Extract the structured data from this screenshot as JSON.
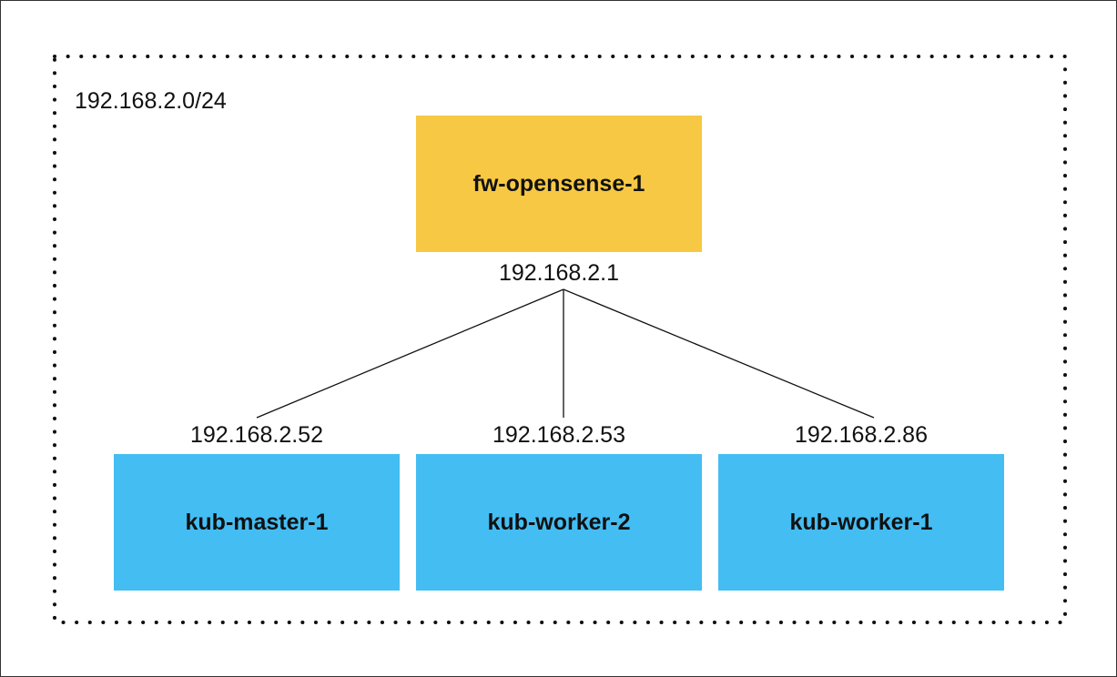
{
  "subnet": {
    "label": "192.168.2.0/24"
  },
  "firewall": {
    "name": "fw-opensense-1",
    "ip": "192.168.2.1",
    "color": "#f7c843"
  },
  "nodes": [
    {
      "name": "kub-master-1",
      "ip": "192.168.2.52",
      "color": "#44bdf3"
    },
    {
      "name": "kub-worker-2",
      "ip": "192.168.2.53",
      "color": "#44bdf3"
    },
    {
      "name": "kub-worker-1",
      "ip": "192.168.2.86",
      "color": "#44bdf3"
    }
  ]
}
